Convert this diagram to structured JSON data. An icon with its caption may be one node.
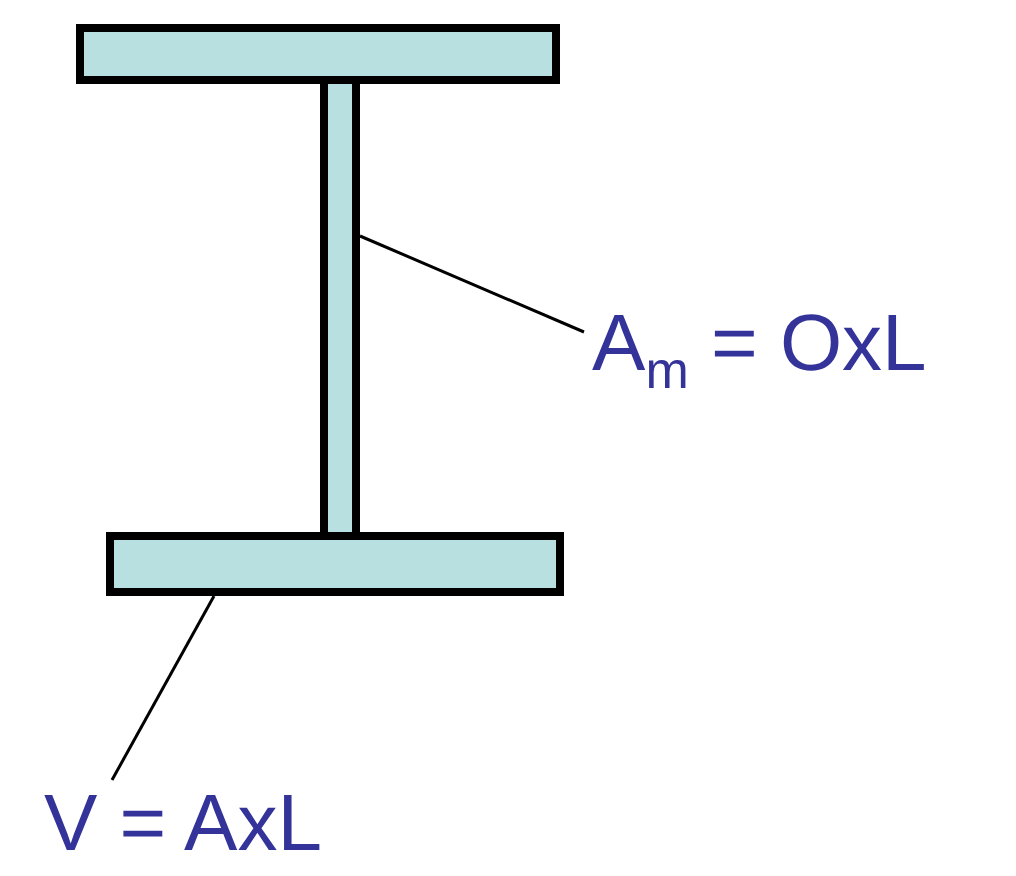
{
  "diagram": {
    "nodes": [
      {
        "text": [],
        "shape": "bar"
      },
      {
        "text": [],
        "shape": "bar"
      },
      {
        "text": [
          "A$_{m}$ = OxL"
        ]
      },
      {
        "text": [],
        "shape": "bar"
      },
      {
        "text": [
          "V = AxL"
        ]
      }
    ],
    "edges": [
      {
        "from": 2,
        "to": 1,
        "arrow": "none"
      },
      {
        "from": 4,
        "to": 3,
        "arrow": "none"
      }
    ]
  }
}
